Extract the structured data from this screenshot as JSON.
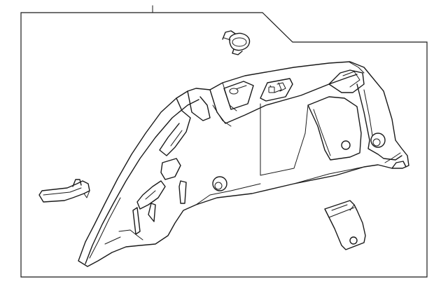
{
  "diagram": {
    "kind": "exploded-parts-illustration",
    "subject_parts": [
      "quarter-trim-panel",
      "push-clip-fastener",
      "trim-retainer-clip",
      "access-cover"
    ],
    "colors": {
      "line": "#1a1a1a",
      "background": "#ffffff"
    }
  }
}
